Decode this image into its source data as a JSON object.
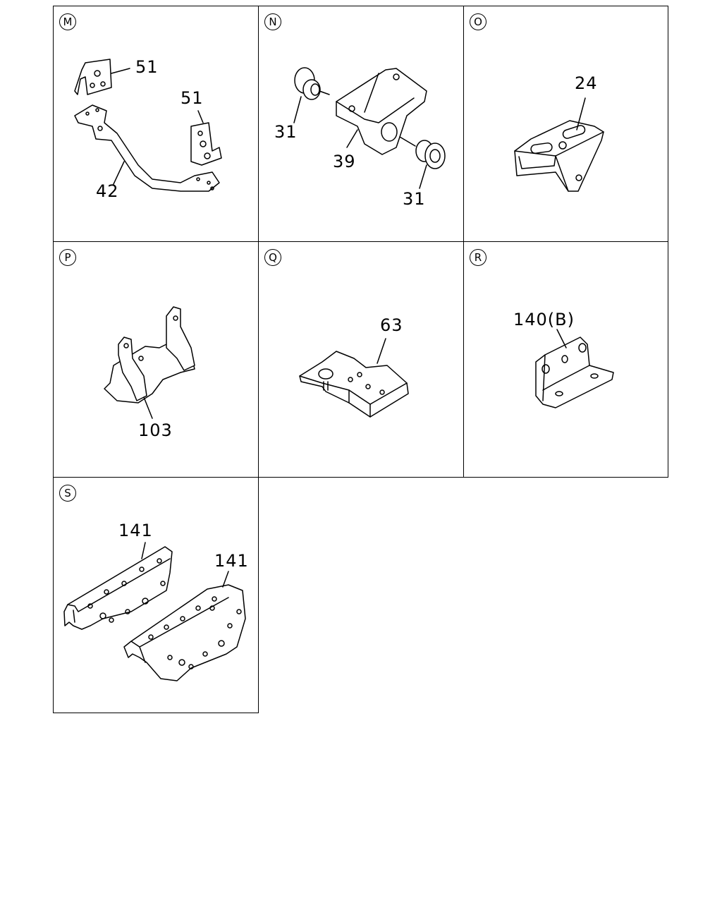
{
  "panels": [
    {
      "letter": "M",
      "labels": [
        "51",
        "51",
        "42"
      ]
    },
    {
      "letter": "N",
      "labels": [
        "31",
        "39",
        "31"
      ]
    },
    {
      "letter": "O",
      "labels": [
        "24"
      ]
    },
    {
      "letter": "P",
      "labels": [
        "103"
      ]
    },
    {
      "letter": "Q",
      "labels": [
        "63"
      ]
    },
    {
      "letter": "R",
      "labels": [
        "140(B)"
      ]
    },
    {
      "letter": "S",
      "labels": [
        "141",
        "141"
      ]
    }
  ]
}
